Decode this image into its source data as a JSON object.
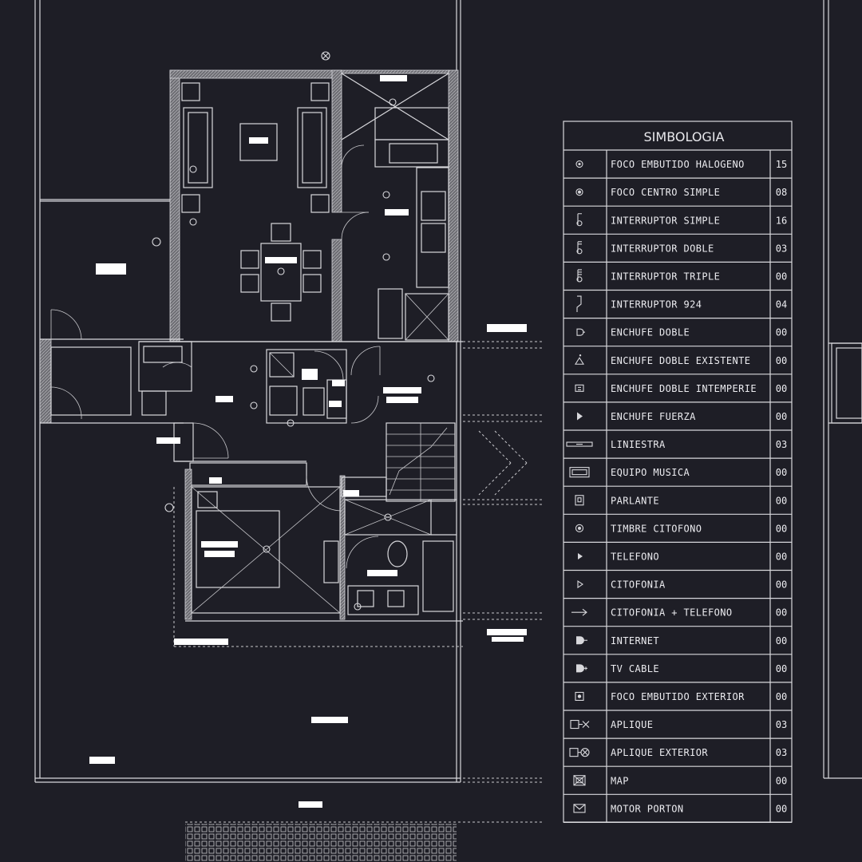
{
  "legend": {
    "title": "SIMBOLOGIA",
    "rows": [
      {
        "icon": "halogen-spotlight-icon",
        "label": "FOCO EMBUTIDO HALOGENO",
        "count": "15"
      },
      {
        "icon": "ceiling-light-icon",
        "label": "FOCO CENTRO SIMPLE",
        "count": "08"
      },
      {
        "icon": "single-switch-icon",
        "label": "INTERRUPTOR SIMPLE",
        "count": "16"
      },
      {
        "icon": "double-switch-icon",
        "label": "INTERRUPTOR DOBLE",
        "count": "03"
      },
      {
        "icon": "triple-switch-icon",
        "label": "INTERRUPTOR TRIPLE",
        "count": "00"
      },
      {
        "icon": "switch-924-icon",
        "label": "INTERRUPTOR 924",
        "count": "04"
      },
      {
        "icon": "double-outlet-icon",
        "label": "ENCHUFE DOBLE",
        "count": "00"
      },
      {
        "icon": "existing-outlet-icon",
        "label": "ENCHUFE DOBLE EXISTENTE",
        "count": "00"
      },
      {
        "icon": "outdoor-outlet-icon",
        "label": "ENCHUFE DOBLE INTEMPERIE",
        "count": "00"
      },
      {
        "icon": "power-outlet-icon",
        "label": "ENCHUFE FUERZA",
        "count": "00"
      },
      {
        "icon": "linear-light-icon",
        "label": "LINIESTRA",
        "count": "03"
      },
      {
        "icon": "music-equipment-icon",
        "label": "EQUIPO MUSICA",
        "count": "00"
      },
      {
        "icon": "speaker-icon",
        "label": "PARLANTE",
        "count": "00"
      },
      {
        "icon": "intercom-bell-icon",
        "label": "TIMBRE CITOFONO",
        "count": "00"
      },
      {
        "icon": "telephone-icon",
        "label": "TELEFONO",
        "count": "00"
      },
      {
        "icon": "intercom-icon",
        "label": "CITOFONIA",
        "count": "00"
      },
      {
        "icon": "intercom-phone-icon",
        "label": "CITOFONIA + TELEFONO",
        "count": "00"
      },
      {
        "icon": "internet-icon",
        "label": "INTERNET",
        "count": "00"
      },
      {
        "icon": "tv-cable-icon",
        "label": "TV CABLE",
        "count": "00"
      },
      {
        "icon": "exterior-spotlight-icon",
        "label": "FOCO EMBUTIDO EXTERIOR",
        "count": "00"
      },
      {
        "icon": "wall-light-icon",
        "label": "APLIQUE",
        "count": "03"
      },
      {
        "icon": "exterior-wall-light-icon",
        "label": "APLIQUE EXTERIOR",
        "count": "03"
      },
      {
        "icon": "map-icon",
        "label": "MAP",
        "count": "00"
      },
      {
        "icon": "gate-motor-icon",
        "label": "MOTOR PORTON",
        "count": "00"
      }
    ]
  },
  "colors": {
    "background": "#1e1e26",
    "lines": "#d8d8dc",
    "walls": "#8a8a90",
    "redaction": "#ffffff"
  }
}
